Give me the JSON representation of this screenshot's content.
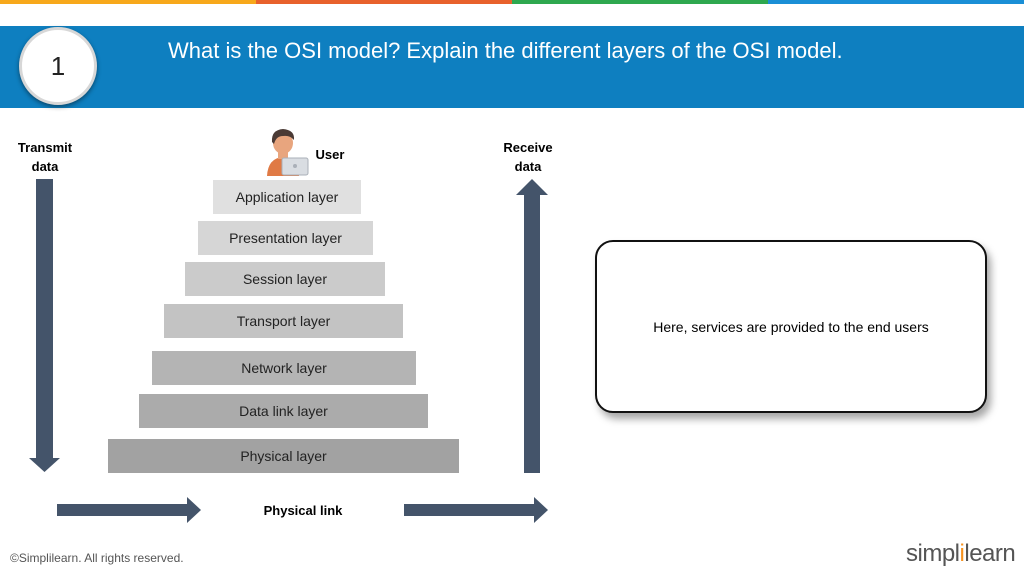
{
  "header": {
    "number": "1",
    "title": "What is the OSI model? Explain the different layers of the OSI model."
  },
  "diagram": {
    "transmit_label_1": "Transmit",
    "transmit_label_2": "data",
    "receive_label_1": "Receive",
    "receive_label_2": "data",
    "user_label": "User",
    "layers": [
      "Application layer",
      "Presentation layer",
      "Session layer",
      "Transport layer",
      "Network layer",
      "Data link layer",
      "Physical layer"
    ],
    "physical_link_label": "Physical link",
    "callout_text": "Here, services are provided to the end users"
  },
  "footer": {
    "copyright": "©Simplilearn. All rights reserved.",
    "logo_left": "simpl",
    "logo_bar": "i",
    "logo_right": "learn"
  },
  "colors": {
    "banner": "#0e7fc0",
    "arrow": "#44546a",
    "stripe": [
      "#f7a81b",
      "#e8612c",
      "#2ea84f",
      "#1a8fd6"
    ]
  }
}
